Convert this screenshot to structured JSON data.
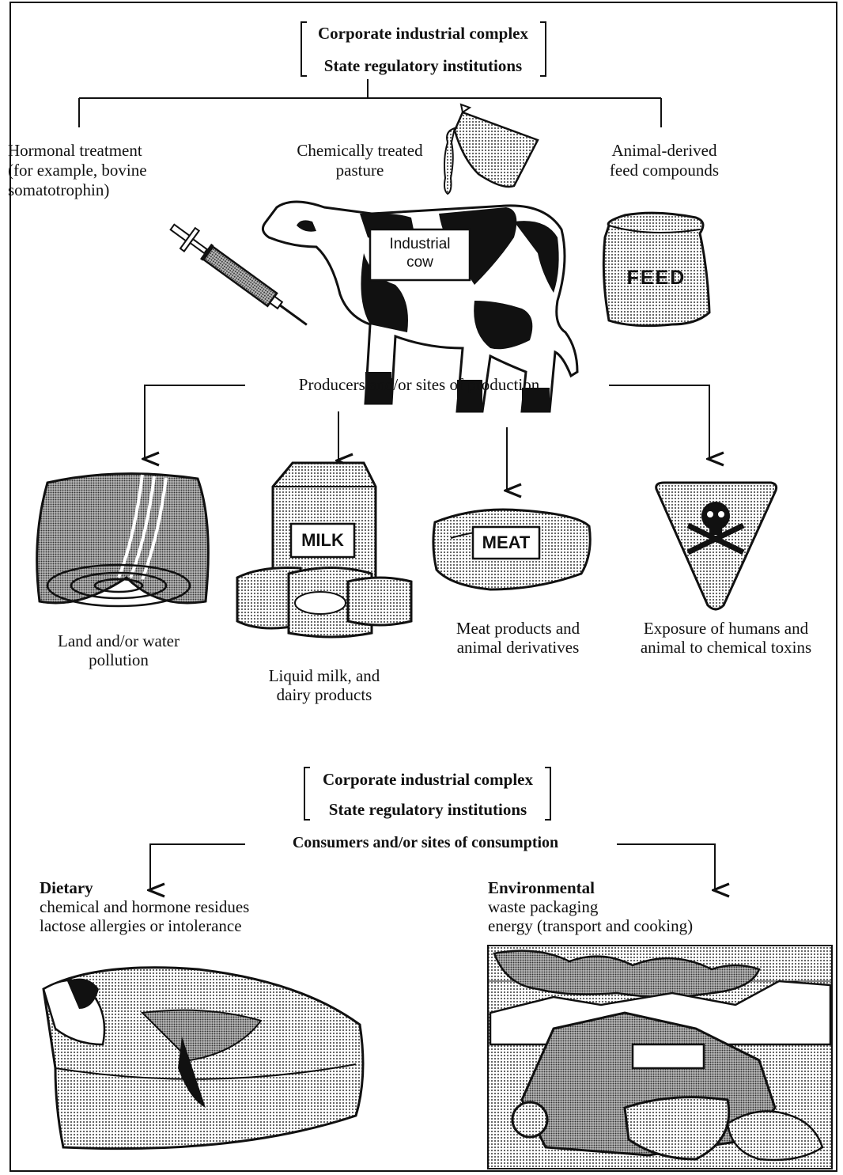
{
  "top_bracket": {
    "line1": "Corporate industrial complex",
    "line2": "State regulatory institutions"
  },
  "inputs": {
    "hormonal": [
      "Hormonal treatment",
      "(for example, bovine",
      "somatotrophin)"
    ],
    "pasture": [
      "Chemically treated",
      "pasture"
    ],
    "feed": [
      "Animal-derived",
      "feed compounds"
    ]
  },
  "cow_label": [
    "Industrial",
    "cow"
  ],
  "feed_bag_label": "FEED",
  "producers_label": "Producers and/or sites of production",
  "outputs": {
    "pollution": [
      "Land and/or water",
      "pollution"
    ],
    "milk": [
      "Liquid milk, and",
      "dairy products"
    ],
    "meat": [
      "Meat products and",
      "animal derivatives"
    ],
    "toxins": [
      "Exposure of humans and",
      "animal to chemical toxins"
    ]
  },
  "milk_carton_label": "MILK",
  "meat_label": "MEAT",
  "bottom_bracket": {
    "line1": "Corporate industrial complex",
    "line2": "State regulatory institutions"
  },
  "consumers_label": "Consumers and/or sites of consumption",
  "dietary": {
    "title": "Dietary",
    "line1": "chemical and hormone residues",
    "line2": "lactose allergies or intolerance"
  },
  "environmental": {
    "title": "Environmental",
    "line1": "waste packaging",
    "line2": "energy (transport and cooking)"
  }
}
